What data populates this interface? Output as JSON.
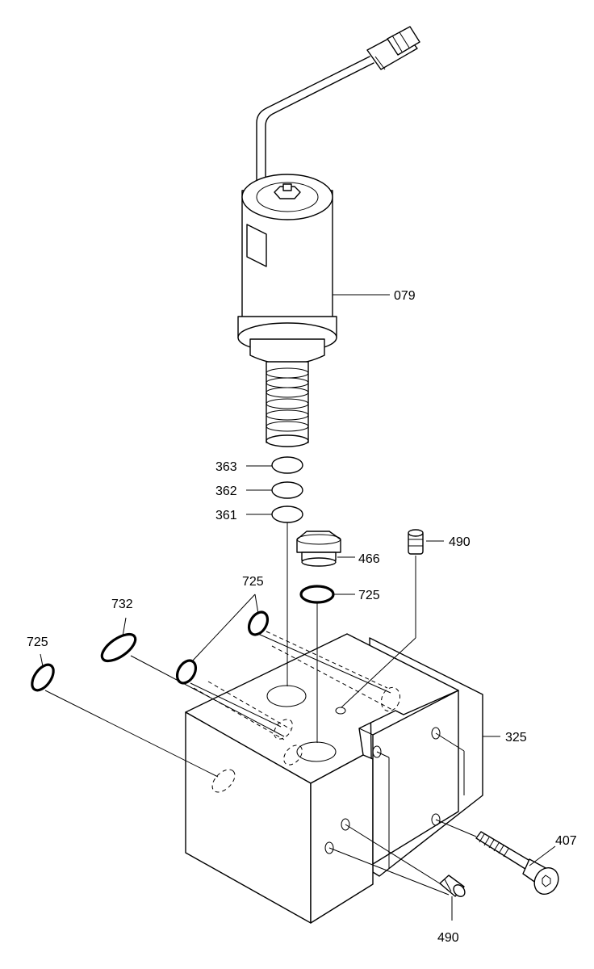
{
  "labels": {
    "p079": "079",
    "p363": "363",
    "p362": "362",
    "p361": "361",
    "p466": "466",
    "p490_top": "490",
    "p725_right": "725",
    "p725_mid": "725",
    "p732": "732",
    "p725_left": "725",
    "p325": "325",
    "p407": "407",
    "p490_bottom": "490"
  }
}
